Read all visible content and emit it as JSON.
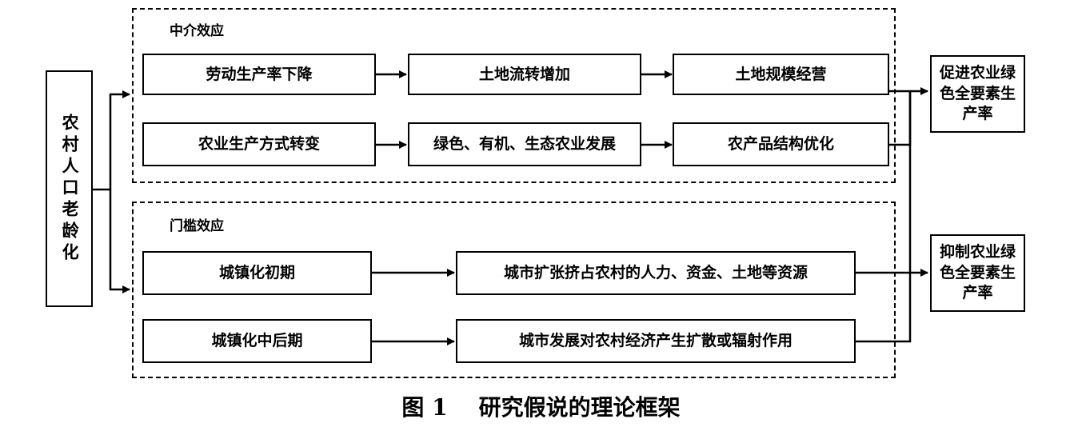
{
  "source": {
    "label": "农村人口老龄化"
  },
  "mediating": {
    "title": "中介效应",
    "row1": [
      "劳动生产率下降",
      "土地流转增加",
      "土地规模经营"
    ],
    "row2": [
      "农业生产方式转变",
      "绿色、有机、生态农业发展",
      "农产品结构优化"
    ]
  },
  "threshold": {
    "title": "门槛效应",
    "row1": [
      "城镇化初期",
      "城市扩张挤占农村的人力、资金、土地等资源"
    ],
    "row2": [
      "城镇化中后期",
      "城市发展对农村经济产生扩散或辐射作用"
    ]
  },
  "outcomes": {
    "promote": "促进农业绿色全要素生产率",
    "inhibit": "抑制农业绿色全要素生产率"
  },
  "caption": "图 1    研究假说的理论框架"
}
